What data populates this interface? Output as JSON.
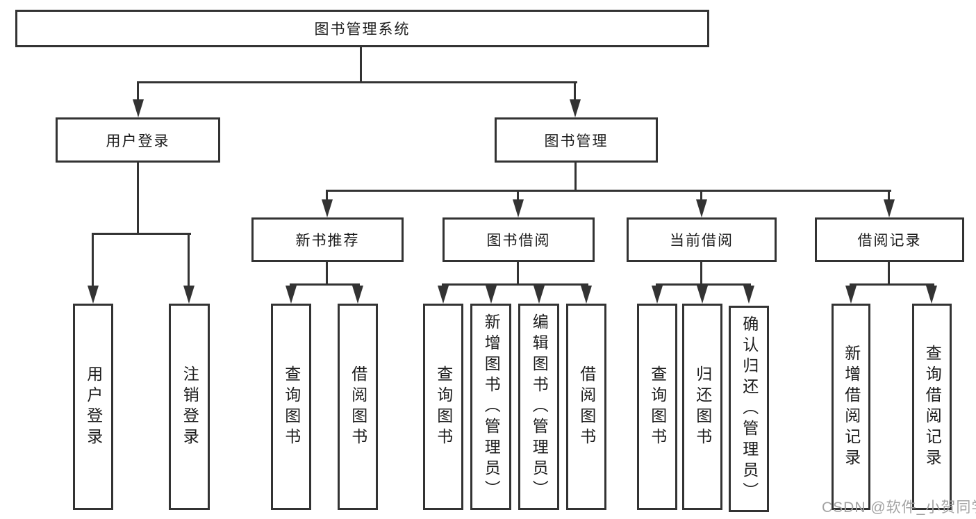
{
  "tree": {
    "root": "图书管理系统",
    "user_login": {
      "label": "用户登录",
      "leaves": [
        "用户登录",
        "注销登录"
      ]
    },
    "book_management": {
      "label": "图书管理",
      "groups": {
        "new_book_recommend": {
          "label": "新书推荐",
          "leaves": [
            "查询图书",
            "借阅图书"
          ]
        },
        "book_borrowing": {
          "label": "图书借阅",
          "leaves": [
            "查询图书",
            "新增图书（管理员）",
            "编辑图书（管理员）",
            "借阅图书"
          ]
        },
        "current_borrowing": {
          "label": "当前借阅",
          "leaves": [
            "查询图书",
            "归还图书",
            "确认归还（管理员）"
          ]
        },
        "borrowing_records": {
          "label": "借阅记录",
          "leaves": [
            "新增借阅记录",
            "查询借阅记录"
          ]
        }
      }
    }
  },
  "watermark": "CSDN @软件_小贺同学",
  "colors": {
    "line": "#333333",
    "box_border": "#333333",
    "text": "#1c1c1c",
    "watermark_text": "#a3a3a3",
    "background": "#ffffff"
  }
}
